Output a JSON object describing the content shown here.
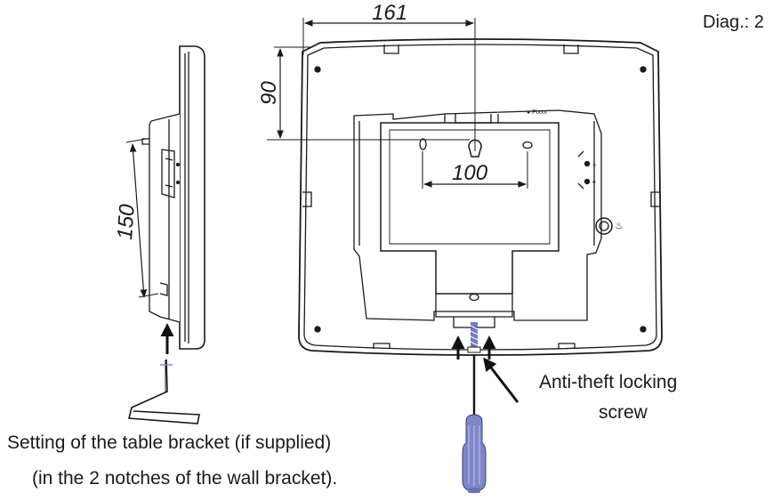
{
  "diagram_number": "Diag.: 2",
  "dimensions": {
    "width_top": "161",
    "height_top": "90",
    "hole_spacing": "100",
    "side_height": "150"
  },
  "callout": {
    "line1": "Anti-theft locking",
    "line2": "screw"
  },
  "caption": {
    "line1": "Setting of the table bracket (if  supplied)",
    "line2": "(in the 2 notches of the wall bracket)."
  },
  "device_markings": {
    "brand": "● Pixxx",
    "icon_top": "☼",
    "icon_mid": "✦",
    "icon_bottom": "♨"
  },
  "colors": {
    "line": "#1a1a1a",
    "screwdriver_handle": "#7f86c8",
    "screwdriver_handle_light": "#b5bbe6",
    "screw": "#5a64b8"
  }
}
